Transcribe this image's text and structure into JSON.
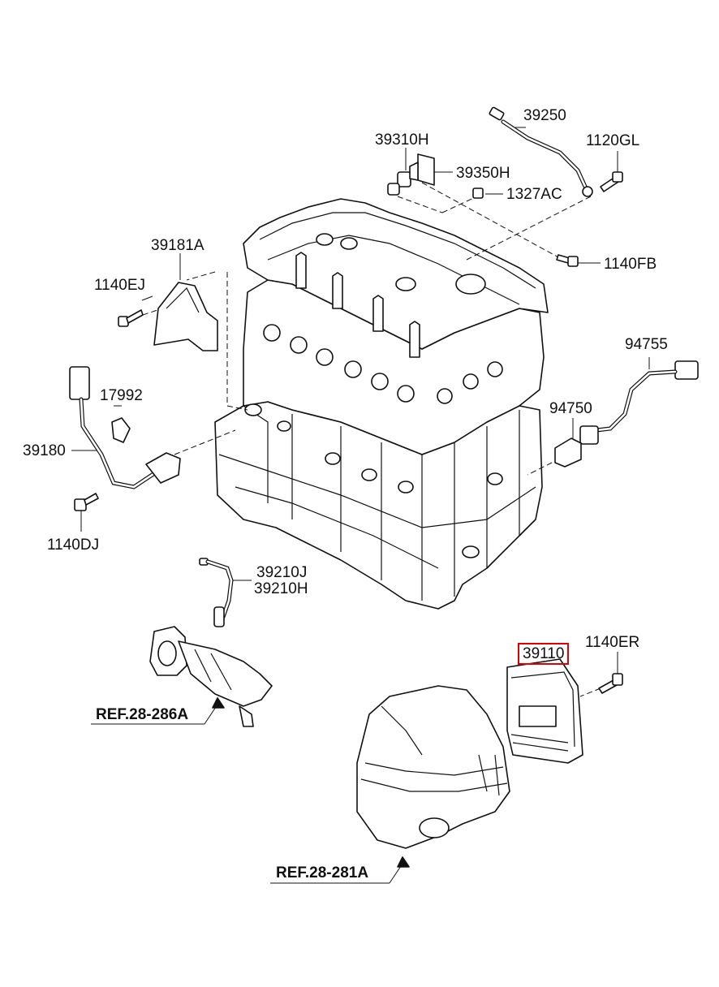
{
  "labels": {
    "p39250": "39250",
    "p1120GL": "1120GL",
    "p39310H": "39310H",
    "p39350H": "39350H",
    "p1327AC": "1327AC",
    "p1140FB": "1140FB",
    "p39181A": "39181A",
    "p1140EJ": "1140EJ",
    "p94755": "94755",
    "p94750": "94750",
    "p17992": "17992",
    "p39180": "39180",
    "p1140DJ": "1140DJ",
    "p39210J": "39210J",
    "p39210H": "39210H",
    "p39110": "39110",
    "p1140ER": "1140ER",
    "ref1": "REF.28-286A",
    "ref2": "REF.28-281A"
  },
  "highlight": {
    "part": "39110",
    "color": "#e00000"
  }
}
